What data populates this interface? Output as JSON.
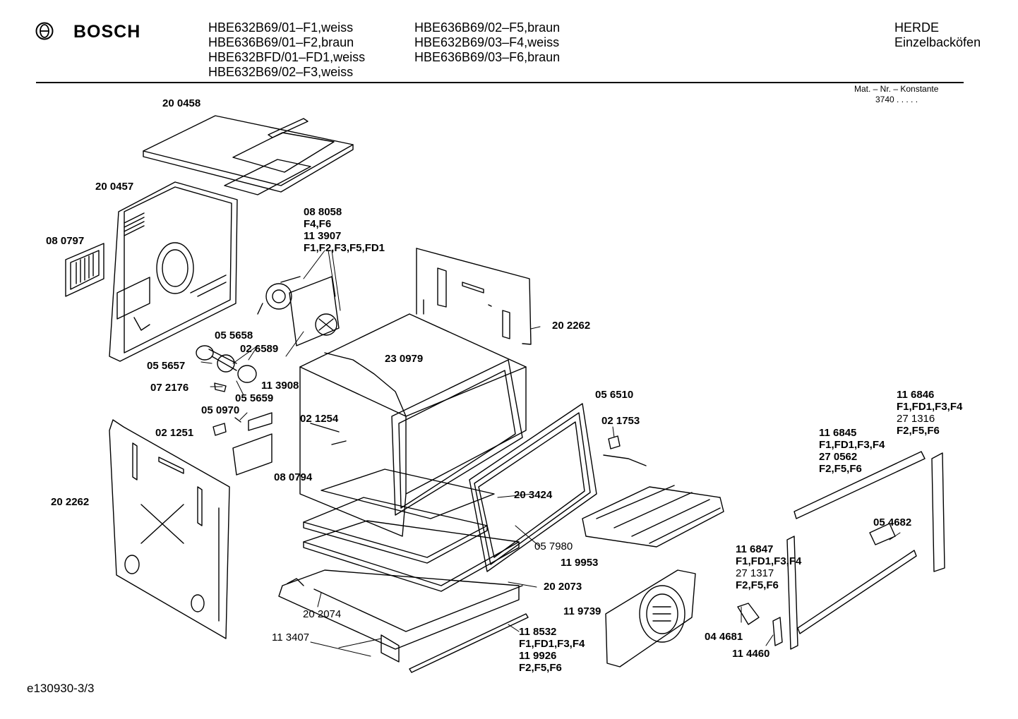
{
  "header": {
    "brand": "BOSCH",
    "models_col1": [
      "HBE632B69/01–F1,weiss",
      "HBE636B69/01–F2,braun",
      "HBE632BFD/01–FD1,weiss",
      "HBE632B69/02–F3,weiss"
    ],
    "models_col2": [
      "HBE636B69/02–F5,braun",
      "HBE632B69/03–F4,weiss",
      "HBE636B69/03–F6,braun"
    ],
    "category_1": "HERDE",
    "category_2": "Einzelbacköfen",
    "mat_label": "Mat. – Nr. – Konstante",
    "mat_value": "3740  .  .  .  .  ."
  },
  "footer": {
    "doc_id": "e130930-3/3"
  },
  "labels": {
    "p200458": "20 0458",
    "p200457": "20 0457",
    "p080797": "08 0797",
    "p088058": "08 8058",
    "p088058_var": "F4,F6",
    "p113907": "11 3907",
    "p113907_var": "F1,F2,F3,F5,FD1",
    "p055658": "05 5658",
    "p026589": "02 6589",
    "p055657": "05 5657",
    "p072176": "07 2176",
    "p055659": "05 5659",
    "p113908": "11 3908",
    "p050970": "05 0970",
    "p021251": "02 1251",
    "p080794": "08 0794",
    "p021254": "02 1254",
    "p230979": "23 0979",
    "p202262a": "20 2262",
    "p202262b": "20 2262",
    "p056510": "05 6510",
    "p021753": "02 1753",
    "p203424": "20 3424",
    "p057980": "05 7980",
    "p119953": "11 9953",
    "p202073": "20 2073",
    "p202074": "20 2074",
    "p113407": "11 3407",
    "p118532": "11 8532",
    "p118532_var": "F1,FD1,F3,F4",
    "p119926": "11 9926",
    "p119926_var": "F2,F5,F6",
    "p119739": "11 9739",
    "p116846": "11 6846",
    "p116846_var": "F1,FD1,F3,F4",
    "p271316": "27 1316",
    "p271316_var": "F2,F5,F6",
    "p116845": "11 6845",
    "p116845_var": "F1,FD1,F3,F4",
    "p270562": "27 0562",
    "p270562_var": "F2,F5,F6",
    "p054682": "05 4682",
    "p116847": "11 6847",
    "p116847_var": "F1,FD1,F3,F4",
    "p271317": "27 1317",
    "p271317_var": "F2,F5,F6",
    "p044681": "04 4681",
    "p114460": "11 4460"
  }
}
